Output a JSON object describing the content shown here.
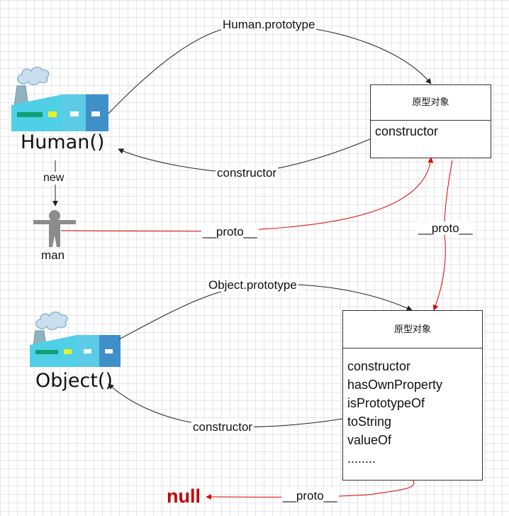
{
  "colors": {
    "black_arrow": "#222222",
    "red_arrow": "#e00000",
    "null_text": "#c00000",
    "factory_light": "#4fd0e6",
    "factory_dark": "#3f8fc9"
  },
  "icons": {
    "factory": "factory-icon",
    "person": "person-icon"
  },
  "human": {
    "constructor_name": "Human()",
    "new_label": "new",
    "instance_label": "man",
    "prototype_link": "Human.prototype",
    "constructor_link": "constructor",
    "instance_proto_link": "__proto__",
    "prototype_box": {
      "title": "原型对象",
      "members": [
        "constructor"
      ]
    },
    "prototype_proto_link": "__proto__"
  },
  "object": {
    "constructor_name": "Object()",
    "prototype_link": "Object.prototype",
    "constructor_link": "constructor",
    "prototype_box": {
      "title": "原型对象",
      "members": [
        "constructor",
        "hasOwnProperty",
        "isPrototypeOf",
        "toString",
        "valueOf",
        "........"
      ]
    },
    "proto_link": "__proto__",
    "null_label": "null"
  }
}
